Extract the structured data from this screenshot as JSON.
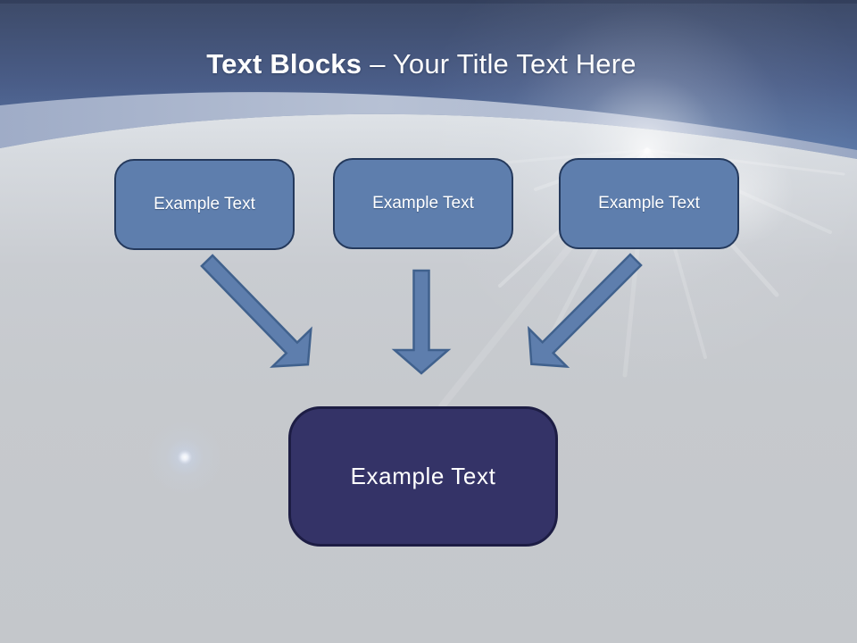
{
  "colors": {
    "title-color": "#FFFFFF",
    "block-fill": "#5E7EAD",
    "block-border": "#24395C",
    "summary-fill": "#343367",
    "summary-border": "#1D1D44",
    "arrow-fill": "#5E7EAD",
    "arrow-stroke": "#40618D",
    "header-top": "#3D4A68",
    "header-bottom": "#5B79A9",
    "body-gray": "#C6C9CD"
  },
  "slide": {
    "title": {
      "bold": "Text Blocks",
      "rest": "– Your Title Text Here"
    },
    "blocks": [
      {
        "label": "Example Text"
      },
      {
        "label": "Example Text"
      },
      {
        "label": "Example Text"
      }
    ],
    "summary": {
      "label": "Example Text"
    }
  }
}
